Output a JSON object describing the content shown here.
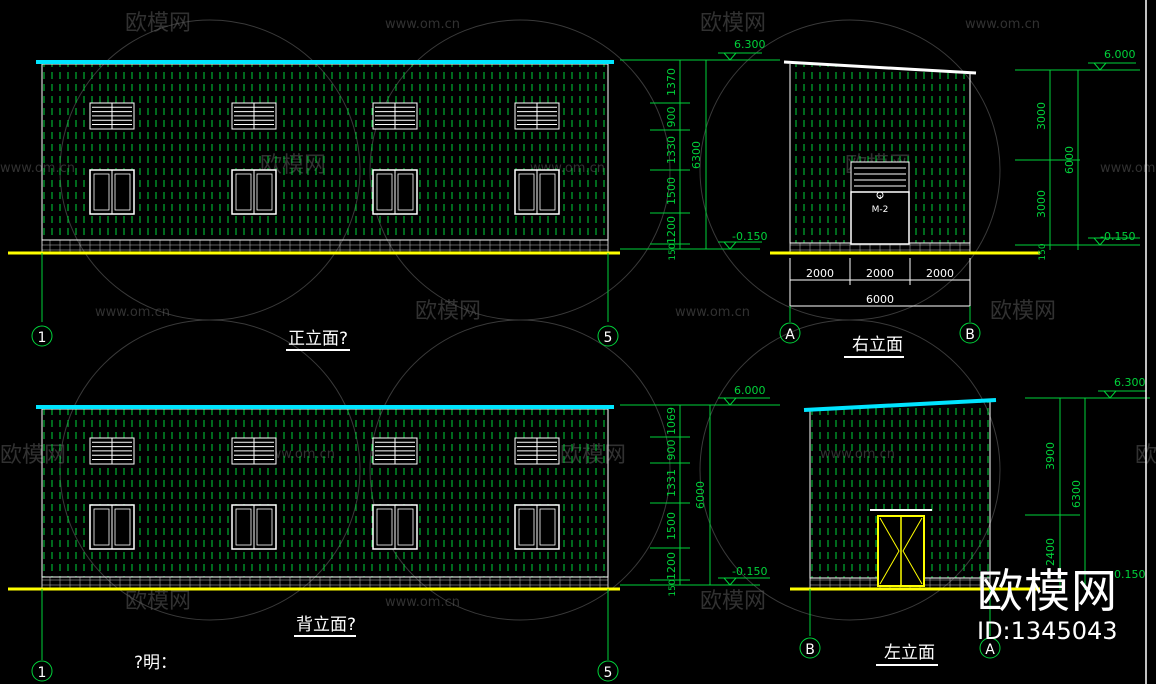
{
  "watermark": {
    "url": "www.om.cn",
    "logo": "欧模网"
  },
  "brand": {
    "logo": "欧模网",
    "id": "ID:1345043"
  },
  "elevations": {
    "front": {
      "title": "正立面?",
      "axis_left": "1",
      "axis_right": "5",
      "elev_top": "6.300",
      "elev_bottom": "-0.150",
      "dims": [
        "1370",
        "900",
        "1330",
        "1500",
        "1200",
        "150"
      ],
      "total": "6300"
    },
    "back": {
      "title": "背立面?",
      "axis_left": "1",
      "axis_right": "5",
      "elev_top": "6.000",
      "elev_bottom": "-0.150",
      "dims": [
        "1069",
        "900",
        "1331",
        "1500",
        "1200",
        "150"
      ],
      "total": "6000"
    },
    "right": {
      "title": "右立面",
      "axis_left": "A",
      "axis_right": "B",
      "elev_top": "6.000",
      "elev_bottom": "-0.150",
      "dims_v": [
        "3000",
        "3000",
        "150"
      ],
      "total_v": "6000",
      "dims_h": [
        "2000",
        "2000",
        "2000"
      ],
      "total_h": "6000",
      "door_label": "M-2",
      "door_mark": "2"
    },
    "left": {
      "title": "左立面",
      "axis_left": "B",
      "axis_right": "A",
      "elev_top": "6.300",
      "elev_bottom": "0.150",
      "dims_v": [
        "3900",
        "2400"
      ],
      "total_v": "6300"
    }
  },
  "note": "?明："
}
